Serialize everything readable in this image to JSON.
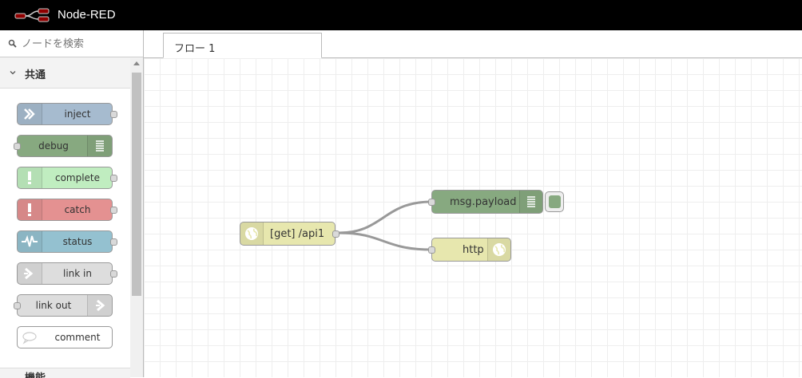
{
  "app": {
    "title": "Node-RED"
  },
  "palette": {
    "search_placeholder": "ノードを検索",
    "category": "共通",
    "next_category": "機能",
    "nodes": [
      {
        "label": "inject",
        "color": "#a6bbcf",
        "icon": "arrow-in-icon"
      },
      {
        "label": "debug",
        "color": "#87a980",
        "icon": "list-icon"
      },
      {
        "label": "complete",
        "color": "#c0edc0",
        "icon": "alert-icon"
      },
      {
        "label": "catch",
        "color": "#e49191",
        "icon": "alert-icon"
      },
      {
        "label": "status",
        "color": "#94c1d0",
        "icon": "pulse-icon"
      },
      {
        "label": "link in",
        "color": "#dddddd",
        "icon": "link-in-icon"
      },
      {
        "label": "link out",
        "color": "#dddddd",
        "icon": "link-out-icon"
      },
      {
        "label": "comment",
        "color": "#ffffff",
        "icon": "comment-icon"
      }
    ]
  },
  "tabs": {
    "flow1": "フロー 1"
  },
  "flow": {
    "nodes": {
      "http_in": {
        "label": "[get] /api1",
        "color": "#e7e7ae",
        "icon": "globe-icon"
      },
      "debug": {
        "label": "msg.payload",
        "color": "#87a980",
        "icon": "list-icon"
      },
      "http_response": {
        "label": "http",
        "color": "#e7e7ae",
        "icon": "globe-icon"
      }
    }
  }
}
